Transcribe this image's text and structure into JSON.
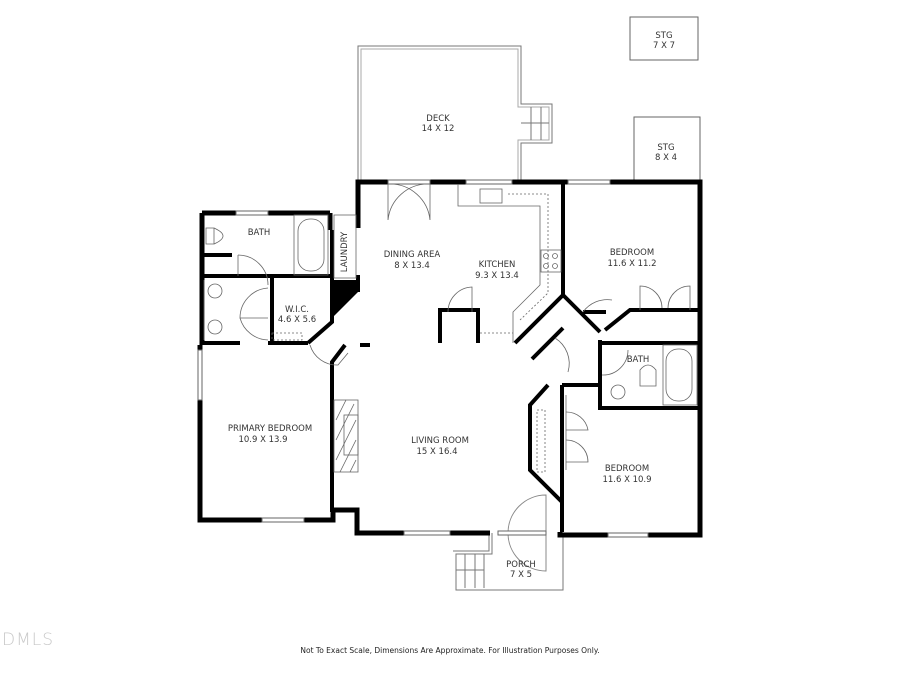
{
  "rooms": {
    "deck": {
      "name": "DECK",
      "dims": "14 X 12"
    },
    "stg1": {
      "name": "STG",
      "dims": "7 X 7"
    },
    "stg2": {
      "name": "STG",
      "dims": "8 X 4"
    },
    "bath1": {
      "name": "BATH"
    },
    "laundry": {
      "name": "LAUNDRY"
    },
    "wic": {
      "name": "W.I.C.",
      "dims": "4.6 X 5.6"
    },
    "dining": {
      "name": "DINING AREA",
      "dims": "8 X 13.4"
    },
    "kitchen": {
      "name": "KITCHEN",
      "dims": "9.3 X 13.4"
    },
    "bedroom1": {
      "name": "BEDROOM",
      "dims": "11.6 X 11.2"
    },
    "bath2": {
      "name": "BATH"
    },
    "primary": {
      "name": "PRIMARY BEDROOM",
      "dims": "10.9 X 13.9"
    },
    "living": {
      "name": "LIVING ROOM",
      "dims": "15 X 16.4"
    },
    "bedroom2": {
      "name": "BEDROOM",
      "dims": "11.6 X 10.9"
    },
    "porch": {
      "name": "PORCH",
      "dims": "7 X 5"
    }
  },
  "footer": {
    "disclaimer": "Not To Exact Scale, Dimensions Are Approximate. For Illustration Purposes Only.",
    "watermark": "DMLS"
  },
  "colors": {
    "wall": "#000000",
    "line": "#555555",
    "text": "#333333"
  }
}
